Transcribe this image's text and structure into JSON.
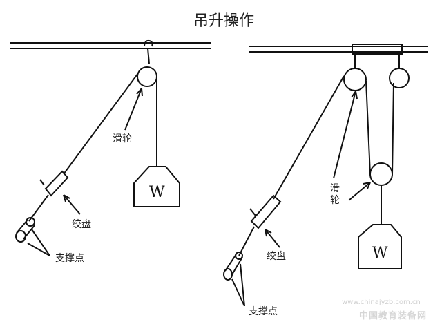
{
  "title": "吊升操作",
  "left": {
    "pulley_label": "滑轮",
    "winch_label": "绞盘",
    "support_label": "支撑点",
    "load_label": "W"
  },
  "right": {
    "pulley_label_line1": "滑",
    "pulley_label_line2": "轮",
    "winch_label": "绞盘",
    "support_label": "支撑点",
    "load_label": "W"
  },
  "watermark": {
    "url": "www.chinajyzb.com.cn",
    "name": "中国教育装备网"
  }
}
